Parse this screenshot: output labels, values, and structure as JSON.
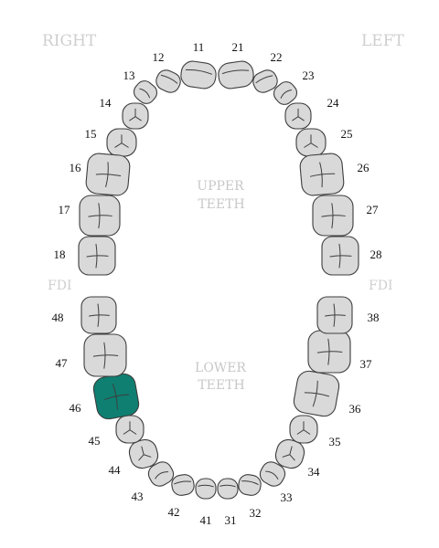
{
  "labels": {
    "right": "RIGHT",
    "left": "LEFT",
    "fdi_left": "FDI",
    "fdi_right": "FDI",
    "upper_line1": "UPPER",
    "upper_line2": "TEETH",
    "lower_line1": "LOWER",
    "lower_line2": "TEETH"
  },
  "colors": {
    "tooth_fill": "#d9d9d9",
    "tooth_stroke": "#3d3d3d",
    "selected_fill": "#0f7f72",
    "label_gray": "#cfcfcf"
  },
  "selected_tooth": "46",
  "teeth": [
    {
      "id": "11",
      "label": "11",
      "type": "incisor"
    },
    {
      "id": "12",
      "label": "12",
      "type": "incisor"
    },
    {
      "id": "13",
      "label": "13",
      "type": "canine"
    },
    {
      "id": "14",
      "label": "14",
      "type": "premolar"
    },
    {
      "id": "15",
      "label": "15",
      "type": "premolar"
    },
    {
      "id": "16",
      "label": "16",
      "type": "molar"
    },
    {
      "id": "17",
      "label": "17",
      "type": "molar"
    },
    {
      "id": "18",
      "label": "18",
      "type": "molar"
    },
    {
      "id": "21",
      "label": "21",
      "type": "incisor"
    },
    {
      "id": "22",
      "label": "22",
      "type": "incisor"
    },
    {
      "id": "23",
      "label": "23",
      "type": "canine"
    },
    {
      "id": "24",
      "label": "24",
      "type": "premolar"
    },
    {
      "id": "25",
      "label": "25",
      "type": "premolar"
    },
    {
      "id": "26",
      "label": "26",
      "type": "molar"
    },
    {
      "id": "27",
      "label": "27",
      "type": "molar"
    },
    {
      "id": "28",
      "label": "28",
      "type": "molar"
    },
    {
      "id": "31",
      "label": "31",
      "type": "incisor"
    },
    {
      "id": "32",
      "label": "32",
      "type": "incisor"
    },
    {
      "id": "33",
      "label": "33",
      "type": "canine"
    },
    {
      "id": "34",
      "label": "34",
      "type": "premolar"
    },
    {
      "id": "35",
      "label": "35",
      "type": "premolar"
    },
    {
      "id": "36",
      "label": "36",
      "type": "molar"
    },
    {
      "id": "37",
      "label": "37",
      "type": "molar"
    },
    {
      "id": "38",
      "label": "38",
      "type": "molar"
    },
    {
      "id": "41",
      "label": "41",
      "type": "incisor"
    },
    {
      "id": "42",
      "label": "42",
      "type": "incisor"
    },
    {
      "id": "43",
      "label": "43",
      "type": "canine"
    },
    {
      "id": "44",
      "label": "44",
      "type": "premolar"
    },
    {
      "id": "45",
      "label": "45",
      "type": "premolar"
    },
    {
      "id": "46",
      "label": "46",
      "type": "molar"
    },
    {
      "id": "47",
      "label": "47",
      "type": "molar"
    },
    {
      "id": "48",
      "label": "48",
      "type": "molar"
    }
  ]
}
